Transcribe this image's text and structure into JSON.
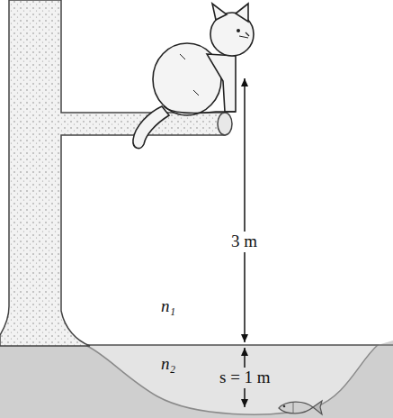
{
  "diagram": {
    "labels": [
      "3 m",
      "n₁",
      "n₂",
      "s = 1 m"
    ]
  }
}
